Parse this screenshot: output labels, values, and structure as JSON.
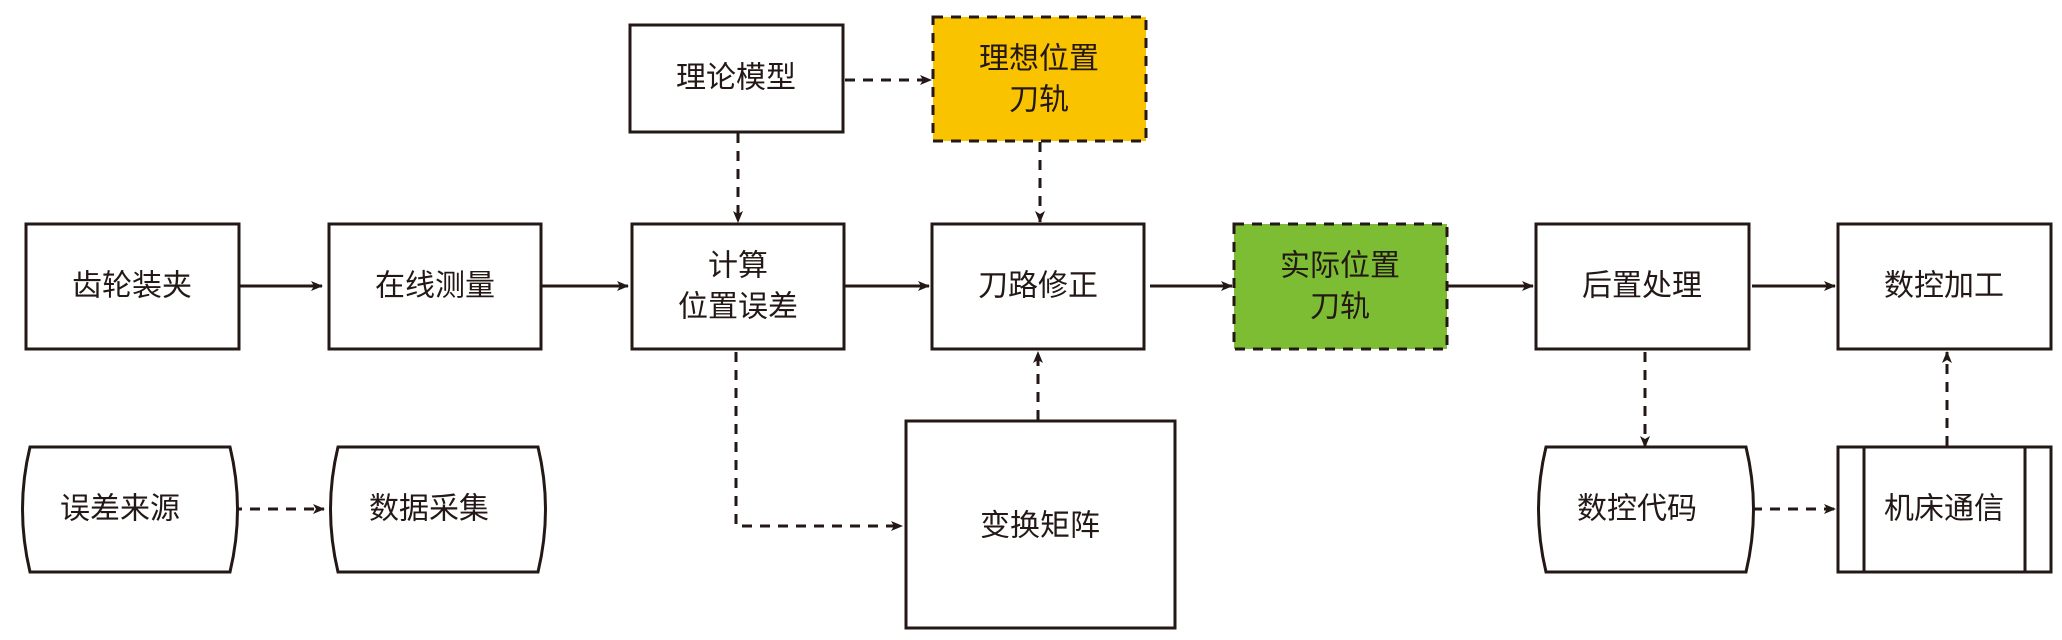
{
  "colors": {
    "stroke": "#231815",
    "fill_default": "#ffffff",
    "fill_ideal": "#f9c300",
    "fill_actual": "#7cbd34"
  },
  "nodes": {
    "gear_clamping": "齿轮装夹",
    "online_measurement": "在线测量",
    "compute_error_line1": "计算",
    "compute_error_line2": "位置误差",
    "path_correction": "刀路修正",
    "actual_line1": "实际位置",
    "actual_line2": "刀轨",
    "post_processing": "后置处理",
    "cnc_machining": "数控加工",
    "theory_model": "理论模型",
    "ideal_line1": "理想位置",
    "ideal_line2": "刀轨",
    "error_source": "误差来源",
    "data_collection": "数据采集",
    "transform_matrix": "变换矩阵",
    "nc_code": "数控代码",
    "machine_comm": "机床通信"
  }
}
